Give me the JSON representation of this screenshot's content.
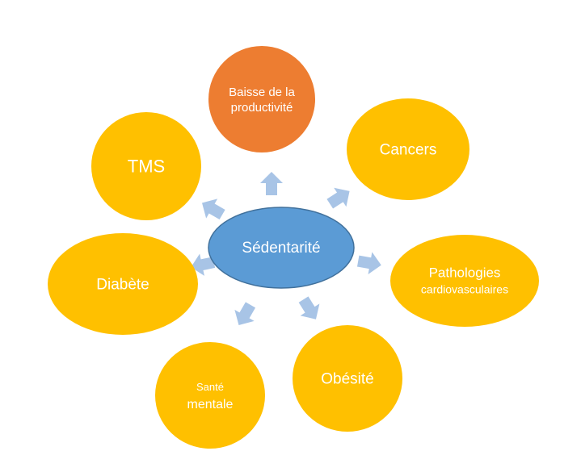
{
  "colors": {
    "center": "#5B9BD5",
    "center_stroke": "#41719C",
    "outer": "#FFC000",
    "highlight": "#ED7D31",
    "arrow": "#A8C4E6",
    "text": "#FFFFFF"
  },
  "center": {
    "label": "Sédentarité"
  },
  "nodes": [
    {
      "id": "productivite",
      "lines": [
        "Baisse de la",
        "productivité"
      ],
      "color_key": "highlight"
    },
    {
      "id": "cancers",
      "lines": [
        "Cancers"
      ],
      "color_key": "outer"
    },
    {
      "id": "pathologies",
      "lines": [
        "Pathologies",
        "cardiovasculaires"
      ],
      "color_key": "outer"
    },
    {
      "id": "obesite",
      "lines": [
        "Obésité"
      ],
      "color_key": "outer"
    },
    {
      "id": "sante",
      "lines": [
        "Santé",
        "mentale"
      ],
      "color_key": "outer"
    },
    {
      "id": "diabete",
      "lines": [
        "Diabète"
      ],
      "color_key": "outer"
    },
    {
      "id": "tms",
      "lines": [
        "TMS"
      ],
      "color_key": "outer"
    }
  ]
}
